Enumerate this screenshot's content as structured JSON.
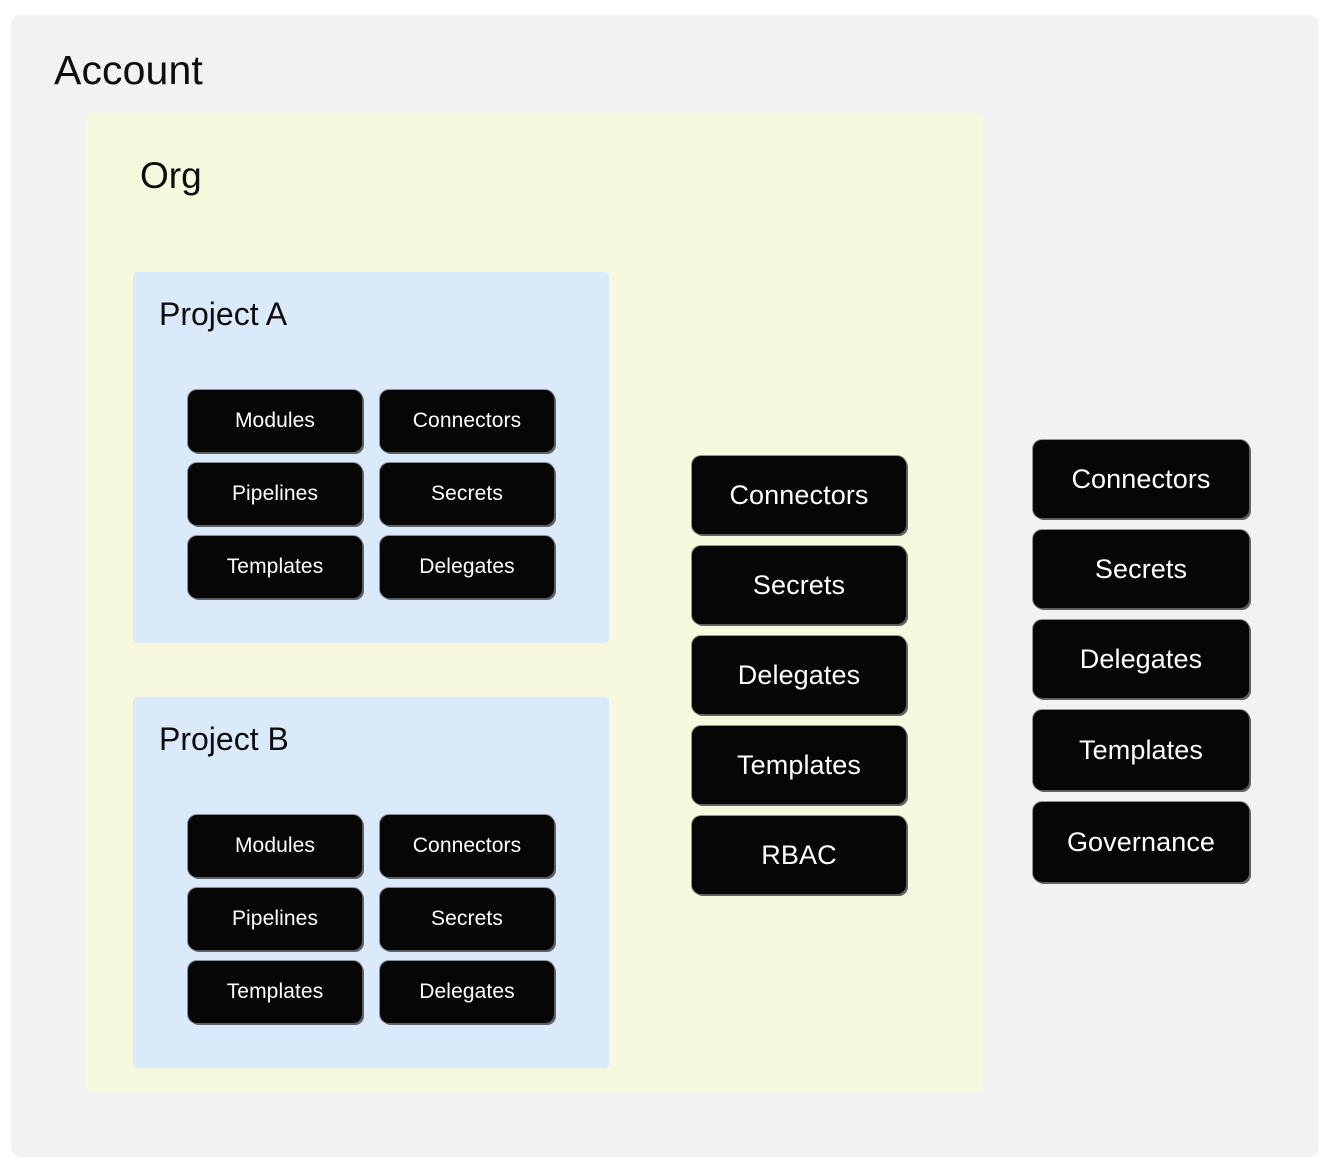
{
  "diagram": {
    "title": "Account",
    "type": "nested-hierarchy",
    "levels": [
      "Account",
      "Org",
      "Project"
    ]
  },
  "account": {
    "label": "Account",
    "background_color": "#f2f2f3",
    "resources": [
      {
        "label": "Connectors"
      },
      {
        "label": "Secrets"
      },
      {
        "label": "Delegates"
      },
      {
        "label": "Templates"
      },
      {
        "label": "Governance"
      }
    ]
  },
  "org": {
    "label": "Org",
    "background_color": "#f7f9df",
    "resources": [
      {
        "label": "Connectors"
      },
      {
        "label": "Secrets"
      },
      {
        "label": "Delegates"
      },
      {
        "label": "Templates"
      },
      {
        "label": "RBAC"
      }
    ]
  },
  "projects": [
    {
      "label": "Project A",
      "background_color": "#dbeafb",
      "resources": [
        {
          "label": "Modules"
        },
        {
          "label": "Connectors"
        },
        {
          "label": "Pipelines"
        },
        {
          "label": "Secrets"
        },
        {
          "label": "Templates"
        },
        {
          "label": "Delegates"
        }
      ]
    },
    {
      "label": "Project B",
      "background_color": "#dbeafb",
      "resources": [
        {
          "label": "Modules"
        },
        {
          "label": "Connectors"
        },
        {
          "label": "Pipelines"
        },
        {
          "label": "Secrets"
        },
        {
          "label": "Templates"
        },
        {
          "label": "Delegates"
        }
      ]
    }
  ],
  "colors": {
    "page": "#ffffff",
    "account_card": "#f2f2f3",
    "org_card": "#f7f9df",
    "project_card": "#dbeafb",
    "chip_fill": "#060606",
    "chip_text": "#ffffff",
    "chip_shadow": "#5a5a5a",
    "title_text": "#0d0d0d"
  }
}
